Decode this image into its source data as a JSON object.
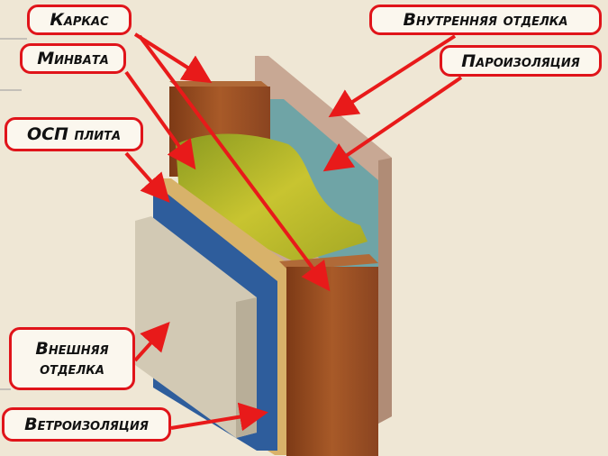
{
  "labels": {
    "frame": "Каркас",
    "mineral_wool": "Минвата",
    "osb": "ОСП плита",
    "exterior_finish_1": "Внешняя",
    "exterior_finish_2": "отделка",
    "wind_barrier": "Ветроизоляция",
    "interior_finish": "Внутренняя отделка",
    "vapor_barrier": "Пароизоляция"
  },
  "colors": {
    "background": "#efe7d5",
    "label_border": "#e0141a",
    "arrow": "#e81a1a",
    "wood": "#9a4f22",
    "mineral_wool": "#b9b52c",
    "osb": "#d8b26a",
    "wind_barrier": "#2e5d9c",
    "vapor_barrier": "#6fa4a6",
    "interior_board": "#c8a894",
    "exterior_board": "#d2c9b4"
  }
}
